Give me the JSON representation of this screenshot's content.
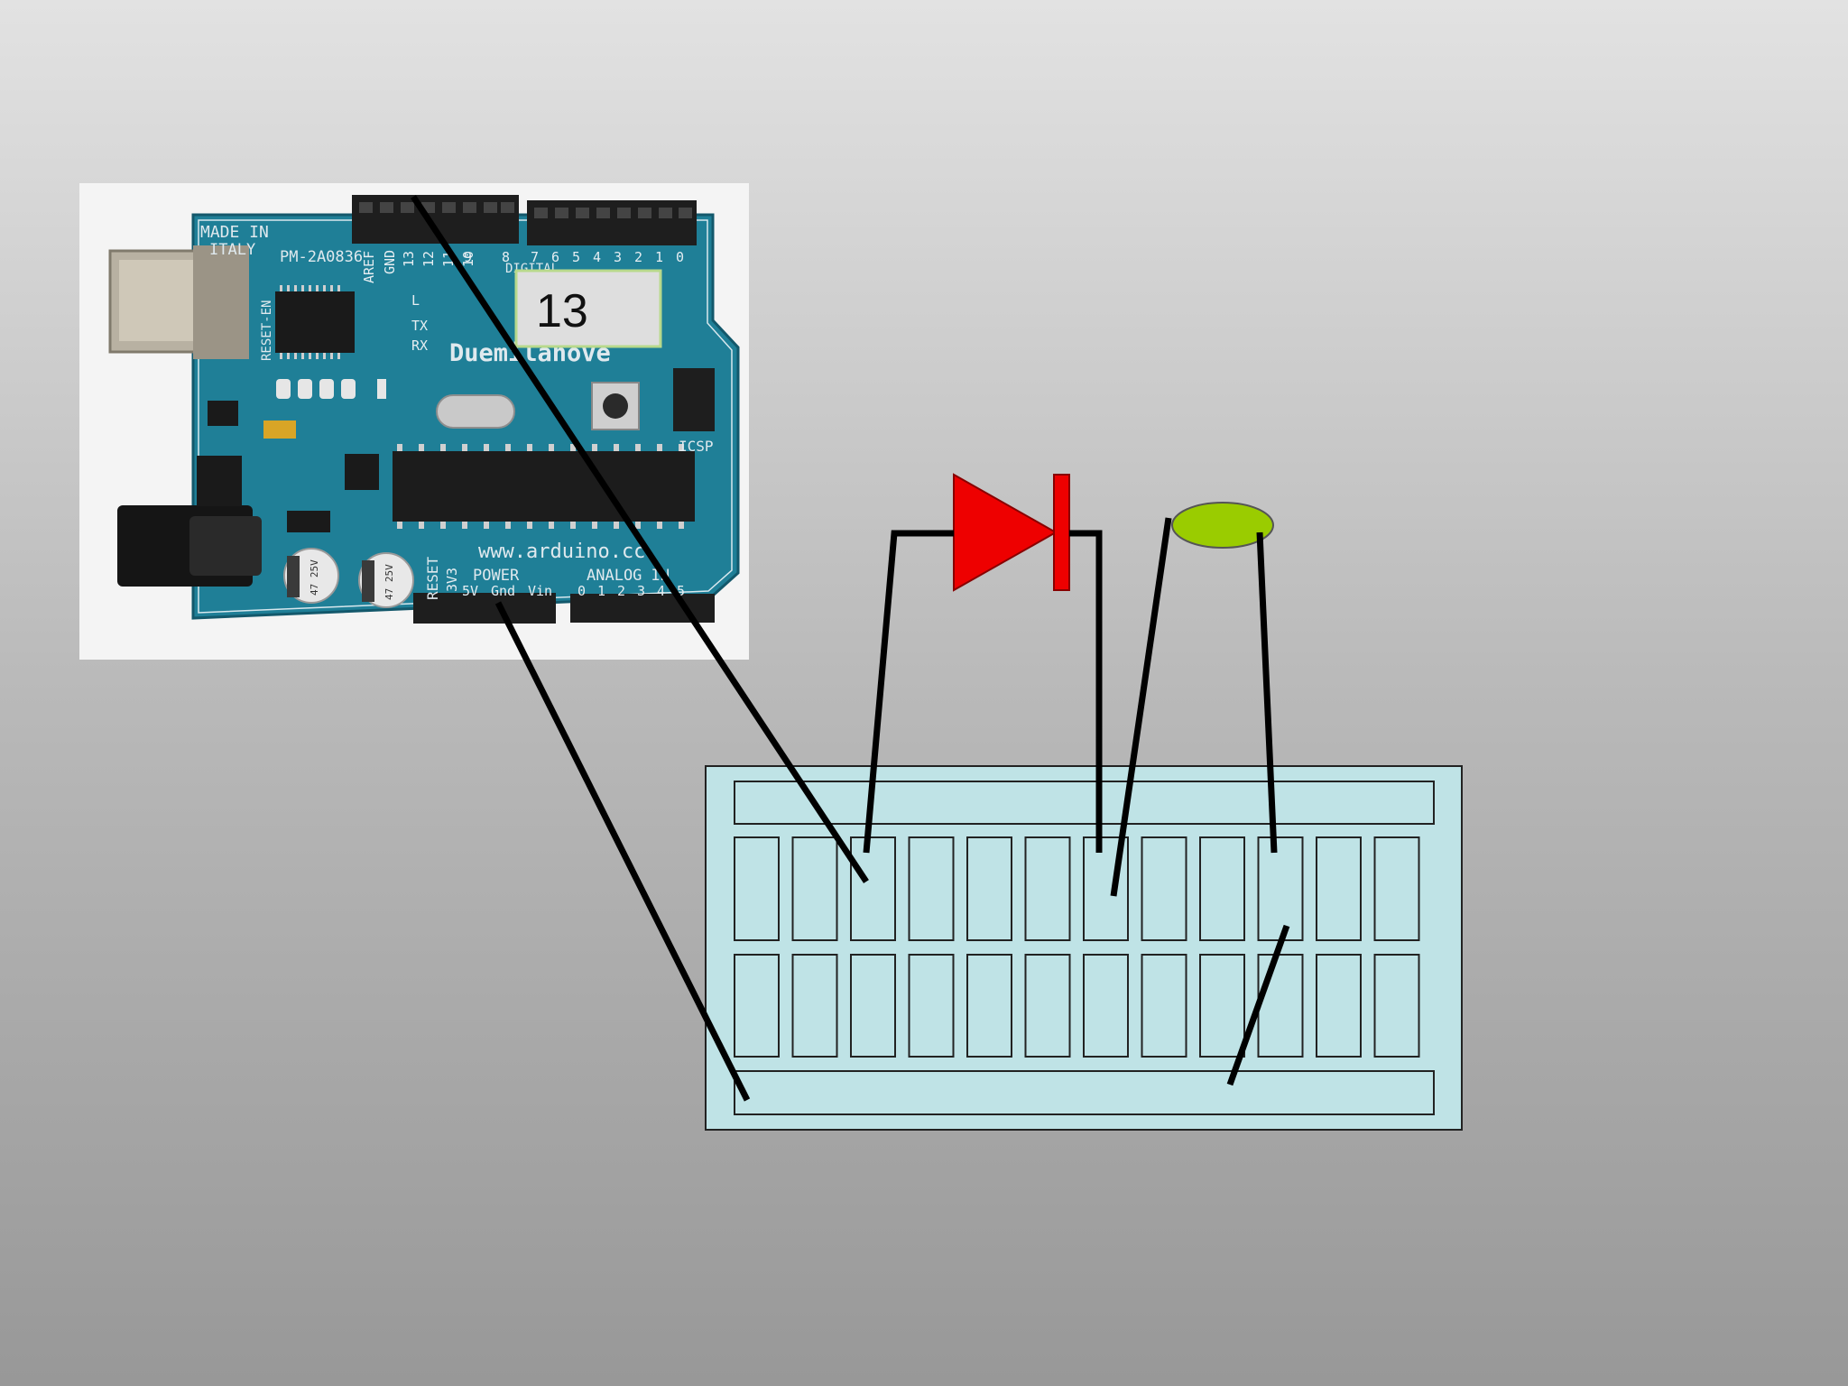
{
  "board": {
    "made_in": "MADE IN",
    "italy": "ITALY",
    "part_no": "PM-2A0836",
    "name_fragment": "Duemilanove",
    "website": "www.arduino.cc",
    "digital_label": "DIGITAL",
    "power_label": "POWER",
    "analog_label": "ANALOG IN",
    "reset_label": "RESET",
    "reset_en_label": "RESET-EN",
    "icsp_label": "ICSP",
    "pin_labels_top": [
      "AREF",
      "GND",
      "13",
      "12",
      "11",
      "10",
      "9",
      "8",
      "7",
      "6",
      "5",
      "4",
      "3",
      "2",
      "1",
      "0"
    ],
    "power_pins": [
      "3V3",
      "5V",
      "Gnd",
      "Vin"
    ],
    "analog_pins": [
      "0",
      "1",
      "2",
      "3",
      "4",
      "5"
    ],
    "cap_text": "47 25V",
    "led_labels": [
      "L",
      "TX",
      "RX"
    ],
    "colors": {
      "pcb": "#1f7f97",
      "pcb_dark": "#13586b",
      "header": "#1e1e1e",
      "usb": "#b8b1a2"
    }
  },
  "pin13_callout": {
    "text": "13"
  },
  "components": {
    "diode": {
      "color": "#ee0000"
    },
    "component": {
      "color": "#9acc00"
    }
  },
  "breadboard": {
    "color": "#bfe3e6",
    "border": "#222222",
    "columns": 12,
    "rows": 2
  },
  "wires": {
    "color": "#000000"
  }
}
